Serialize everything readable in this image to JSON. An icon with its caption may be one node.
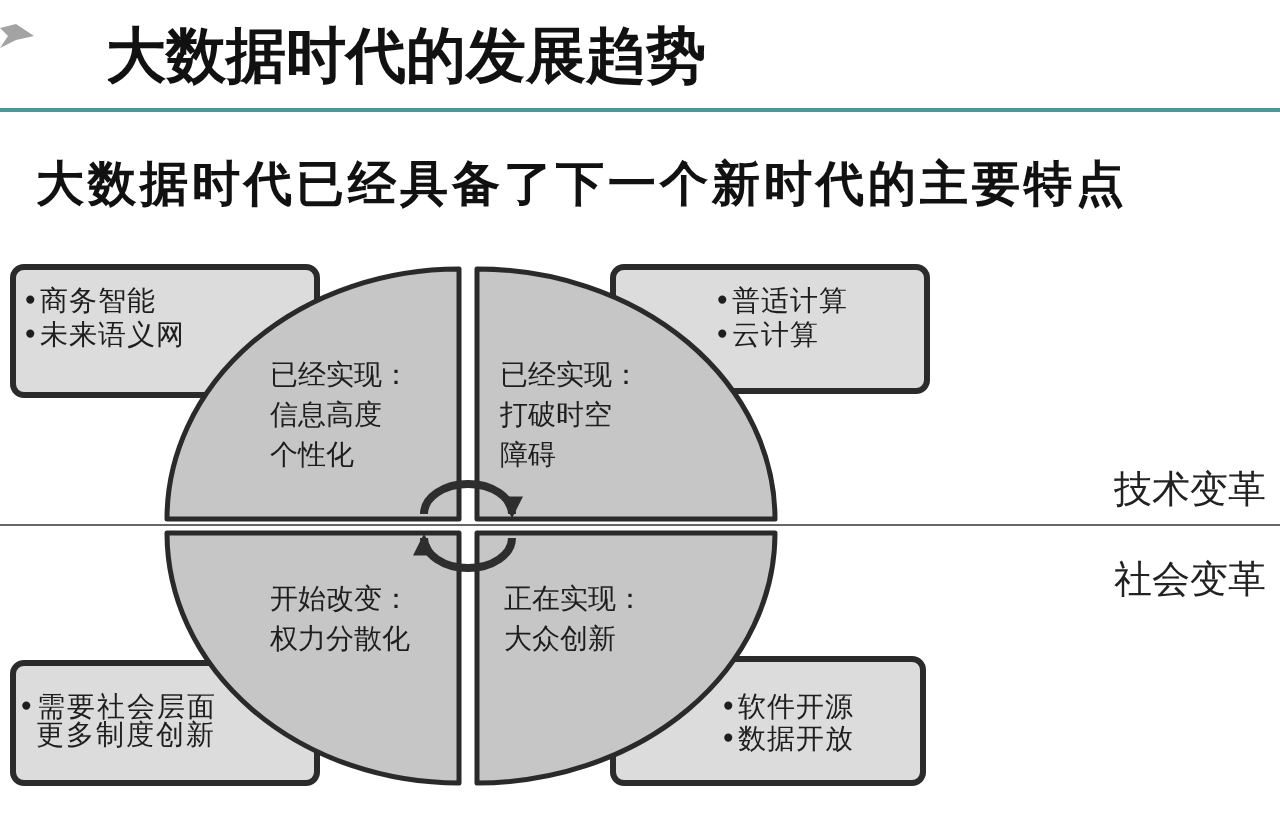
{
  "diagram": {
    "title": "大数据时代的发展趋势",
    "nodes": [
      {
        "text": [
          "•商务智能",
          "•未来语义网"
        ]
      },
      {
        "text": [
          "•普适计算",
          "•云计算"
        ]
      },
      {
        "text": [
          "已经实现：",
          "信息高度个性化"
        ]
      },
      {
        "text": [
          "已经实现：",
          "打破时空障碍"
        ]
      },
      {
        "text": [
          "开始改变：",
          "权力分散化"
        ]
      },
      {
        "text": [
          "正在实现：",
          "大众创新"
        ]
      },
      {
        "text": [
          "•需要社会层面更多制度创新"
        ]
      },
      {
        "text": [
          "•软件开源",
          "•数据开放"
        ]
      }
    ],
    "edges": [
      {
        "from": 2,
        "to": 3,
        "arrow": "to"
      },
      {
        "from": 5,
        "to": 4,
        "arrow": "to"
      }
    ],
    "labels": [
      "大数据时代已经具备了下一个新时代的主要特点",
      "技术变革",
      "社会变革"
    ]
  }
}
